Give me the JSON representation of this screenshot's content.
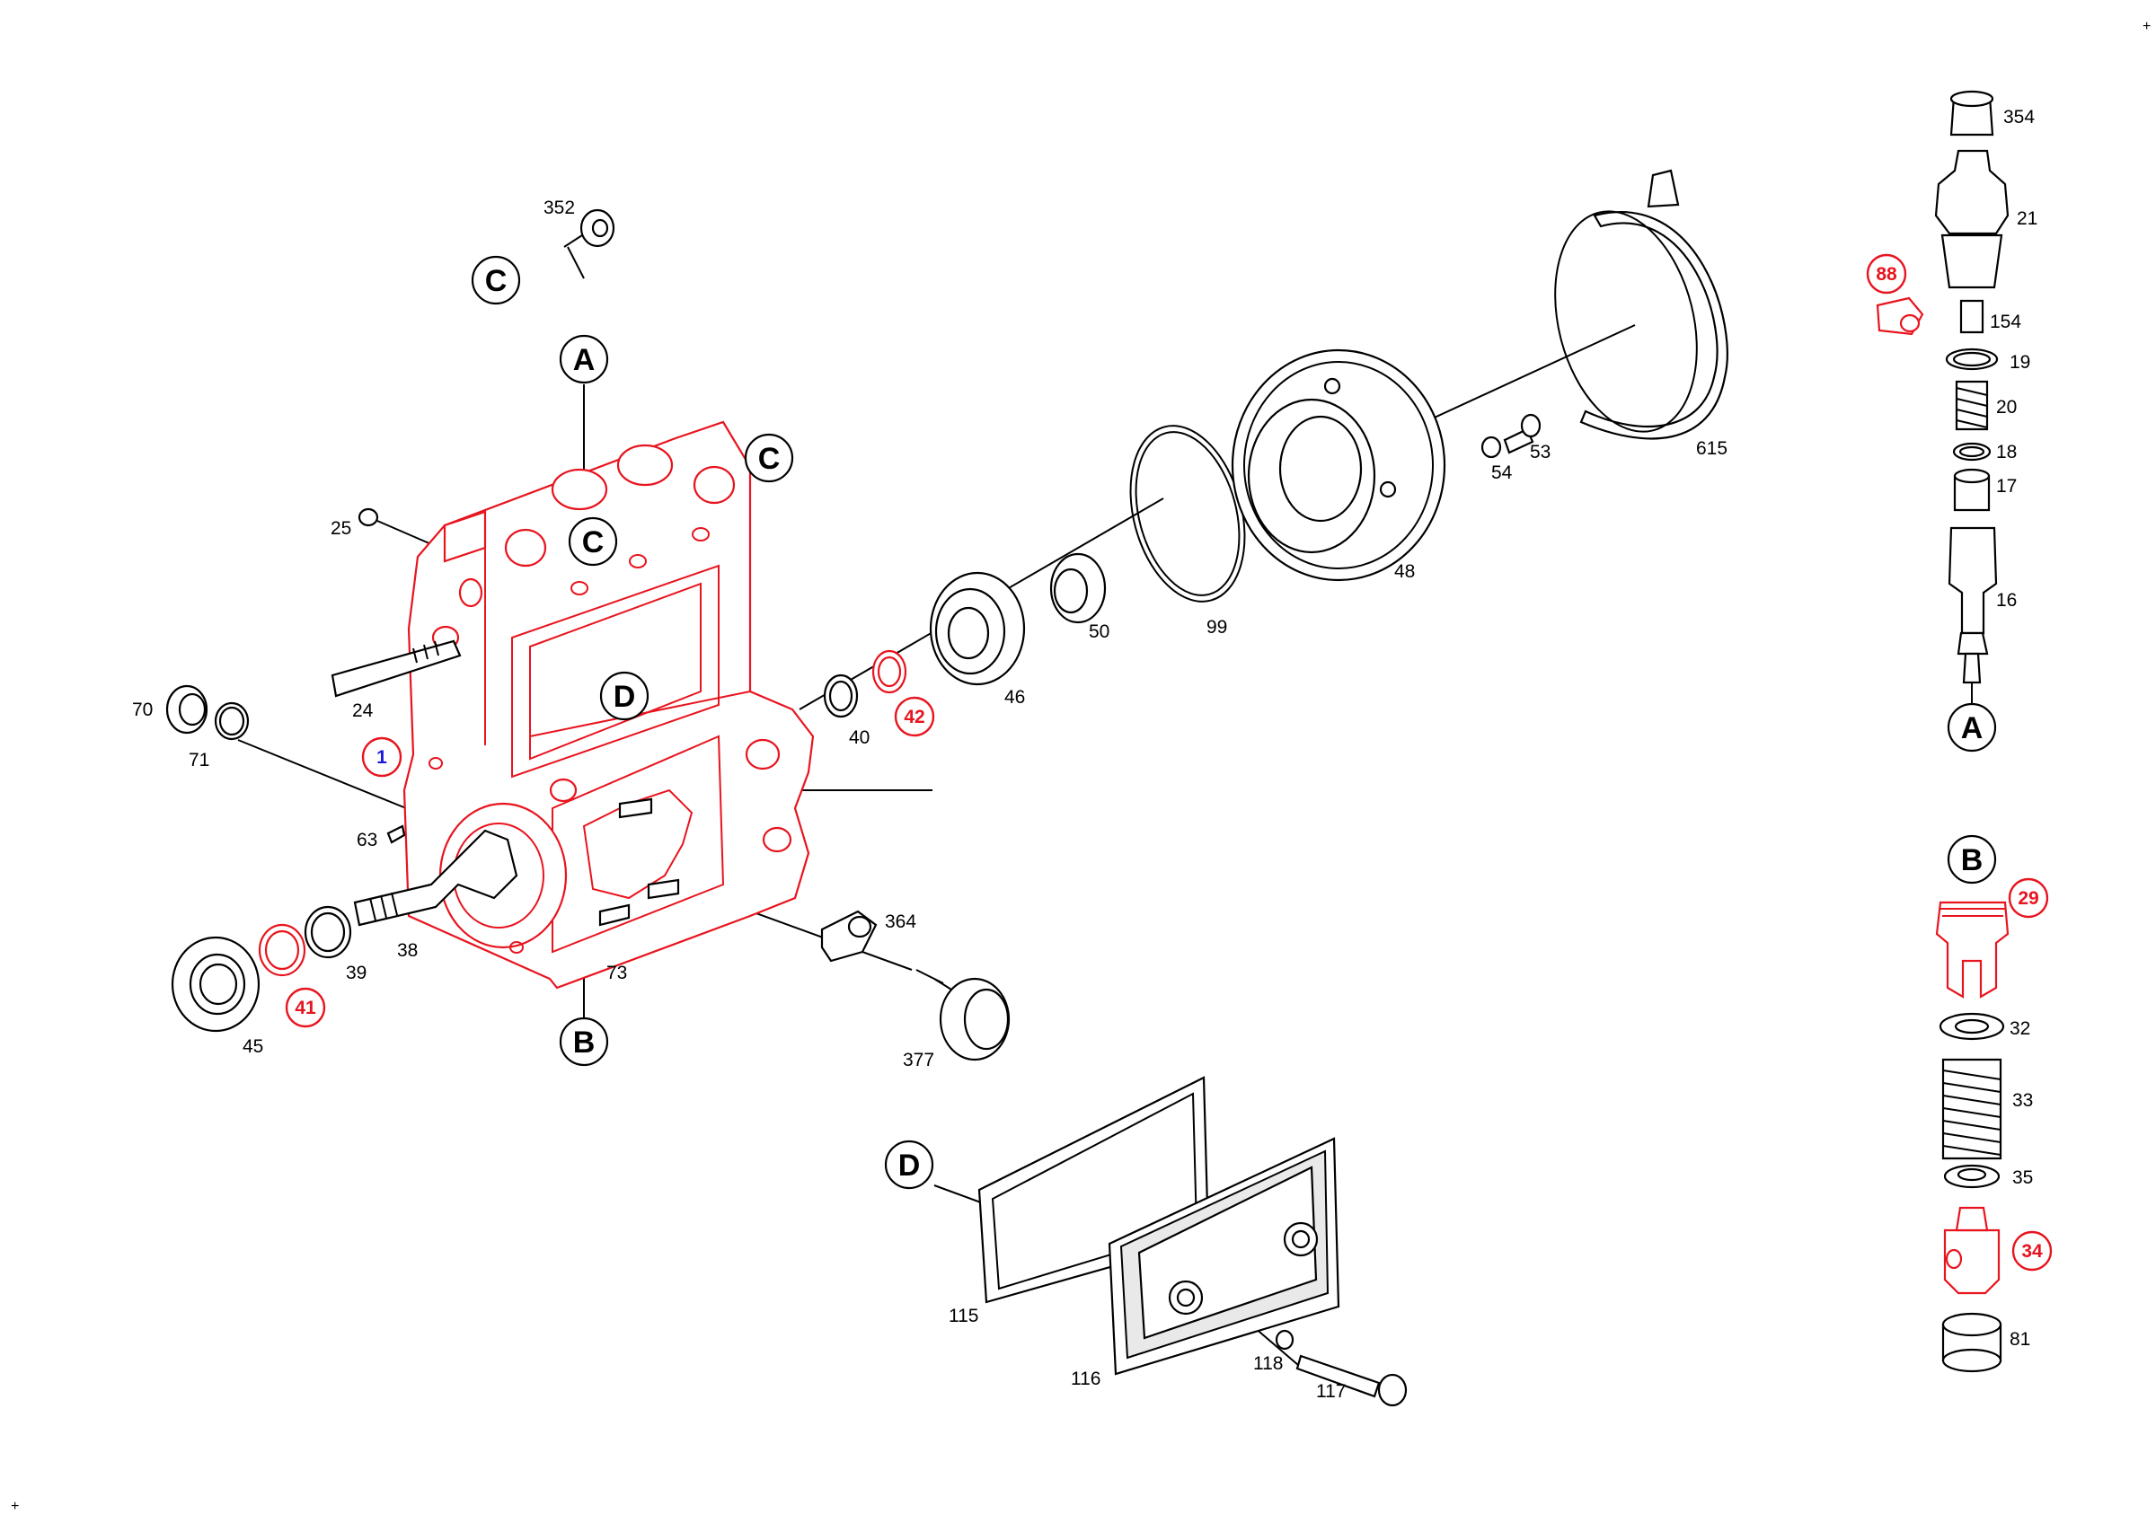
{
  "diagram": {
    "reference_letters": [
      "A",
      "B",
      "C",
      "D"
    ],
    "parts_black": [
      "354",
      "21",
      "154",
      "19",
      "20",
      "18",
      "17",
      "16",
      "32",
      "33",
      "35",
      "81",
      "352",
      "25",
      "24",
      "70",
      "71",
      "63",
      "38",
      "39",
      "45",
      "73",
      "364",
      "377",
      "40",
      "46",
      "50",
      "99",
      "48",
      "54",
      "53",
      "615",
      "115",
      "116",
      "118",
      "117"
    ],
    "parts_red": [
      "88",
      "42",
      "41",
      "29",
      "34"
    ],
    "parts_blue": [
      "1"
    ],
    "corner_marks": [
      "+",
      "+"
    ],
    "colors": {
      "highlight": "#e8141e",
      "main_part": "#1a1ad6",
      "line": "#000000"
    }
  }
}
